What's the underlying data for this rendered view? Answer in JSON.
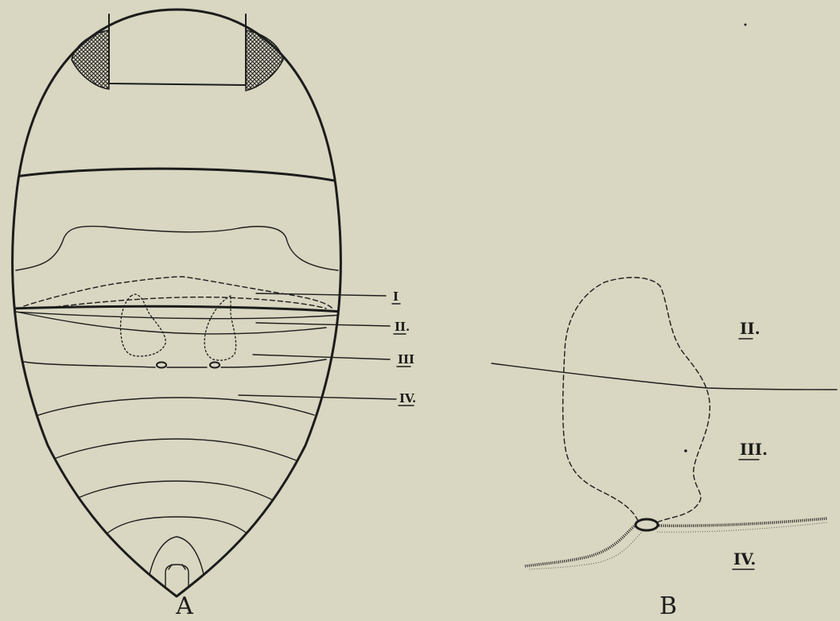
{
  "figure_a": {
    "caption": "A",
    "segment_labels": [
      "I",
      "II.",
      "III",
      "IV."
    ]
  },
  "figure_b": {
    "caption": "B",
    "segment_labels": [
      "II.",
      "III.",
      "IV."
    ]
  }
}
